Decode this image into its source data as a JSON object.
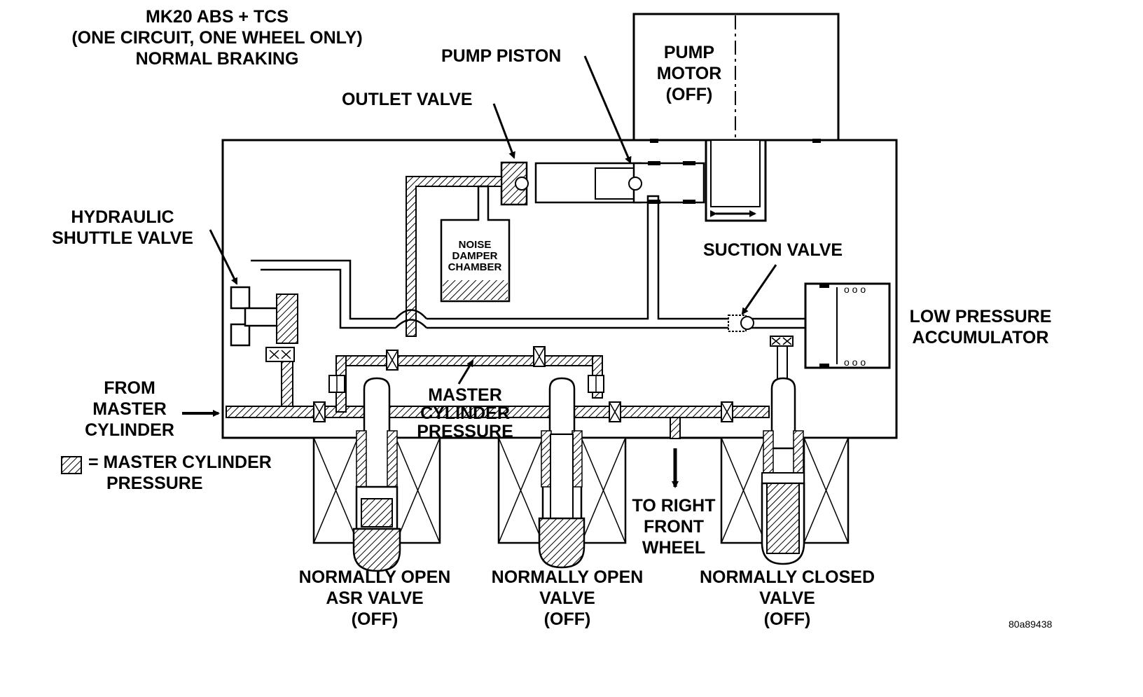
{
  "title": {
    "line1": "MK20 ABS + TCS",
    "line2": "(ONE CIRCUIT, ONE WHEEL ONLY)",
    "line3": "NORMAL BRAKING"
  },
  "labels": {
    "pump_piston": "PUMP PISTON",
    "pump_motor": [
      "PUMP",
      "MOTOR",
      "(OFF)"
    ],
    "outlet_valve": "OUTLET VALVE",
    "hydraulic_shuttle_valve": [
      "HYDRAULIC",
      "SHUTTLE VALVE"
    ],
    "noise_damper_chamber": [
      "NOISE",
      "DAMPER",
      "CHAMBER"
    ],
    "suction_valve": "SUCTION VALVE",
    "low_pressure_accumulator": [
      "LOW PRESSURE",
      "ACCUMULATOR"
    ],
    "from_master_cylinder": [
      "FROM",
      "MASTER",
      "CYLINDER"
    ],
    "master_cylinder_pressure": [
      "MASTER",
      "CYLINDER",
      "PRESSURE"
    ],
    "to_right_front_wheel": [
      "TO RIGHT",
      "FRONT",
      "WHEEL"
    ],
    "normally_open_asr_valve": [
      "NORMALLY OPEN",
      "ASR VALVE",
      "(OFF)"
    ],
    "normally_open_valve": [
      "NORMALLY OPEN",
      "VALVE",
      "(OFF)"
    ],
    "normally_closed_valve": [
      "NORMALLY CLOSED",
      "VALVE",
      "(OFF)"
    ]
  },
  "legend": {
    "text_line1": "= MASTER CYLINDER",
    "text_line2": "PRESSURE"
  },
  "figure_id": "80a89438",
  "colors": {
    "ink": "#000000",
    "background": "#ffffff"
  }
}
